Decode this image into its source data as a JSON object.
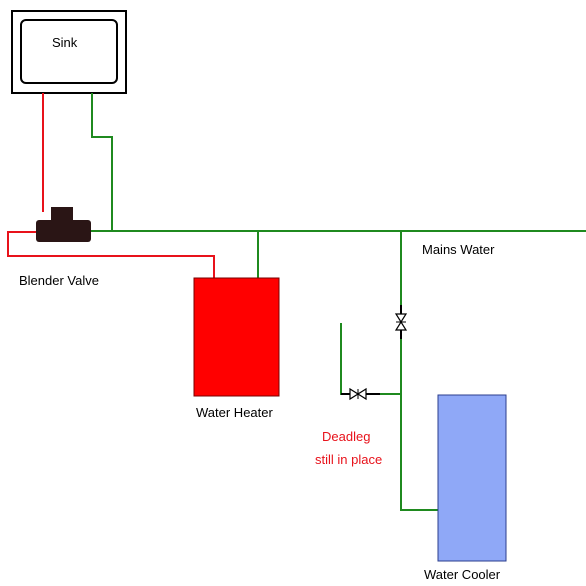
{
  "labels": {
    "sink": "Sink",
    "blender_valve": "Blender Valve",
    "mains_water": "Mains Water",
    "water_heater": "Water Heater",
    "deadleg_line1": "Deadleg",
    "deadleg_line2": "still in place",
    "water_cooler": "Water Cooler"
  },
  "colors": {
    "hot_pipe": "#e8121b",
    "cold_pipe": "#1f8a1f",
    "water_heater_fill": "#ff0000",
    "water_cooler_fill": "#8fa8f7",
    "valve": "#2a1515",
    "deadleg_text": "#e8121b"
  }
}
